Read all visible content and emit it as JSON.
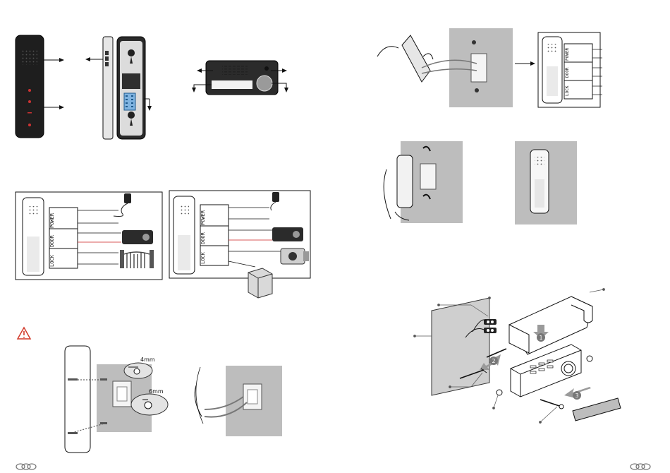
{
  "page": {
    "left_footer_icon": "chain-link-icon",
    "right_footer_icon": "chain-link-icon"
  },
  "monitor": {
    "terminal_labels": [
      "POWER",
      "DOOR",
      "LOCK"
    ]
  },
  "mounting": {
    "drill_small": "4mm",
    "drill_large": "6mm"
  },
  "rain_cover": {
    "step_labels": [
      "1",
      "2",
      "3"
    ]
  },
  "colors": {
    "line": "#1a1a1a",
    "device_dark": "#2a2a2a",
    "wall_gray": "#bdbdbd",
    "warning": "#d23a2a",
    "red_wire": "#cc2222"
  }
}
